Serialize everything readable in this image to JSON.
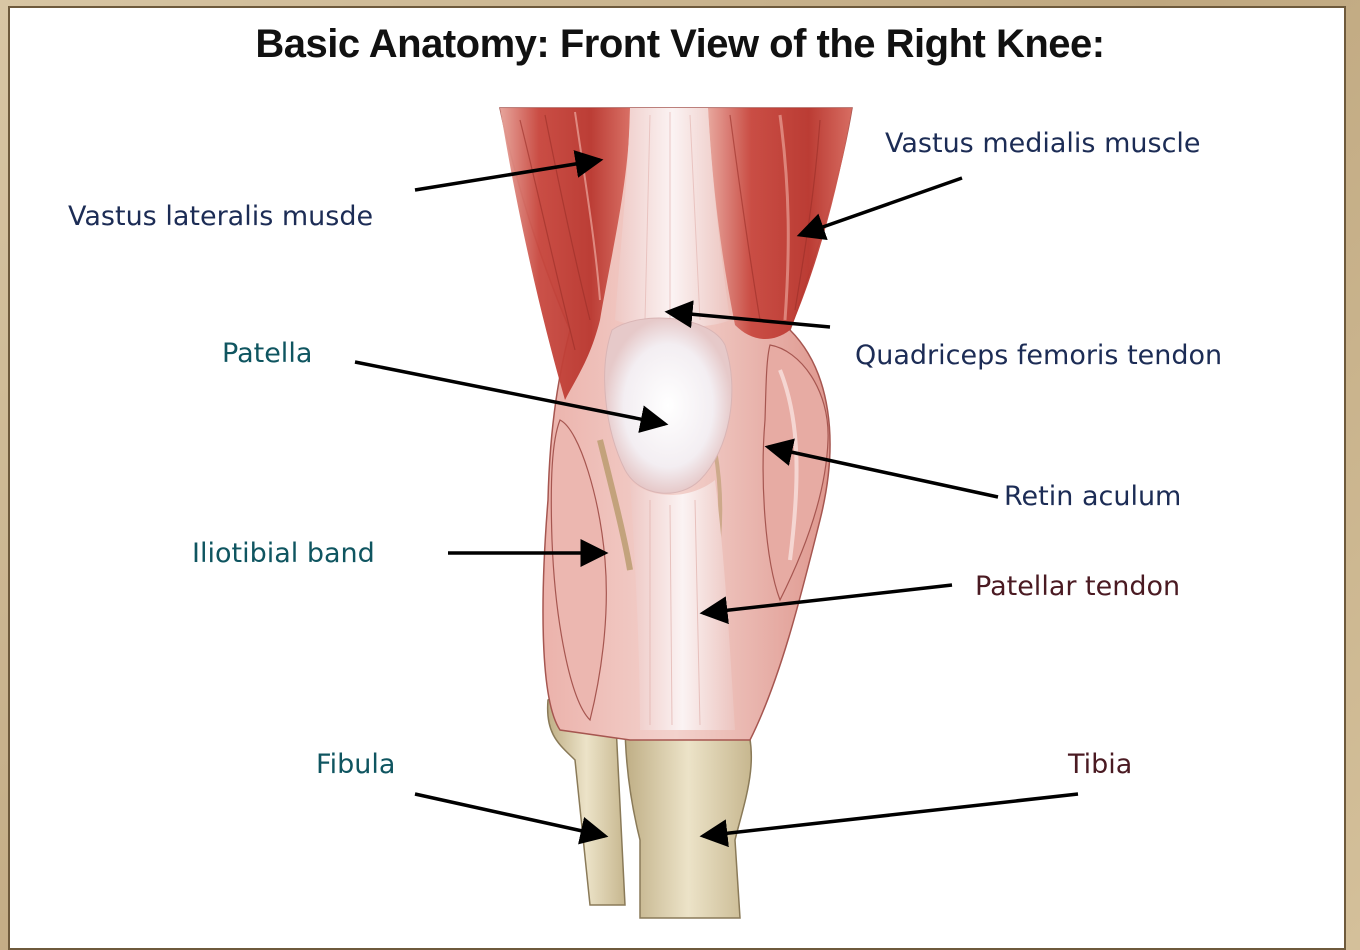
{
  "title": "Basic Anatomy: Front View of the Right Knee:",
  "labels": {
    "vastus_lateralis": "Vastus  lateralis musde",
    "vastus_medialis": "Vastus medialis muscle",
    "quadriceps": "Quadriceps femoris tendon",
    "patella": "Patella",
    "retinaculum": "Retin aculum",
    "iliotibial": "Iliotibial band",
    "patellar_tendon": "Patellar tendon",
    "fibula": "Fibula",
    "tibia": "Tibia"
  },
  "colors": {
    "muscle": "#c0413a",
    "tendon": "#f1dede",
    "bone": "#d9cfae",
    "label_navy": "#1c2c55",
    "label_maroon": "#4a1a22",
    "label_teal": "#0f5560"
  }
}
